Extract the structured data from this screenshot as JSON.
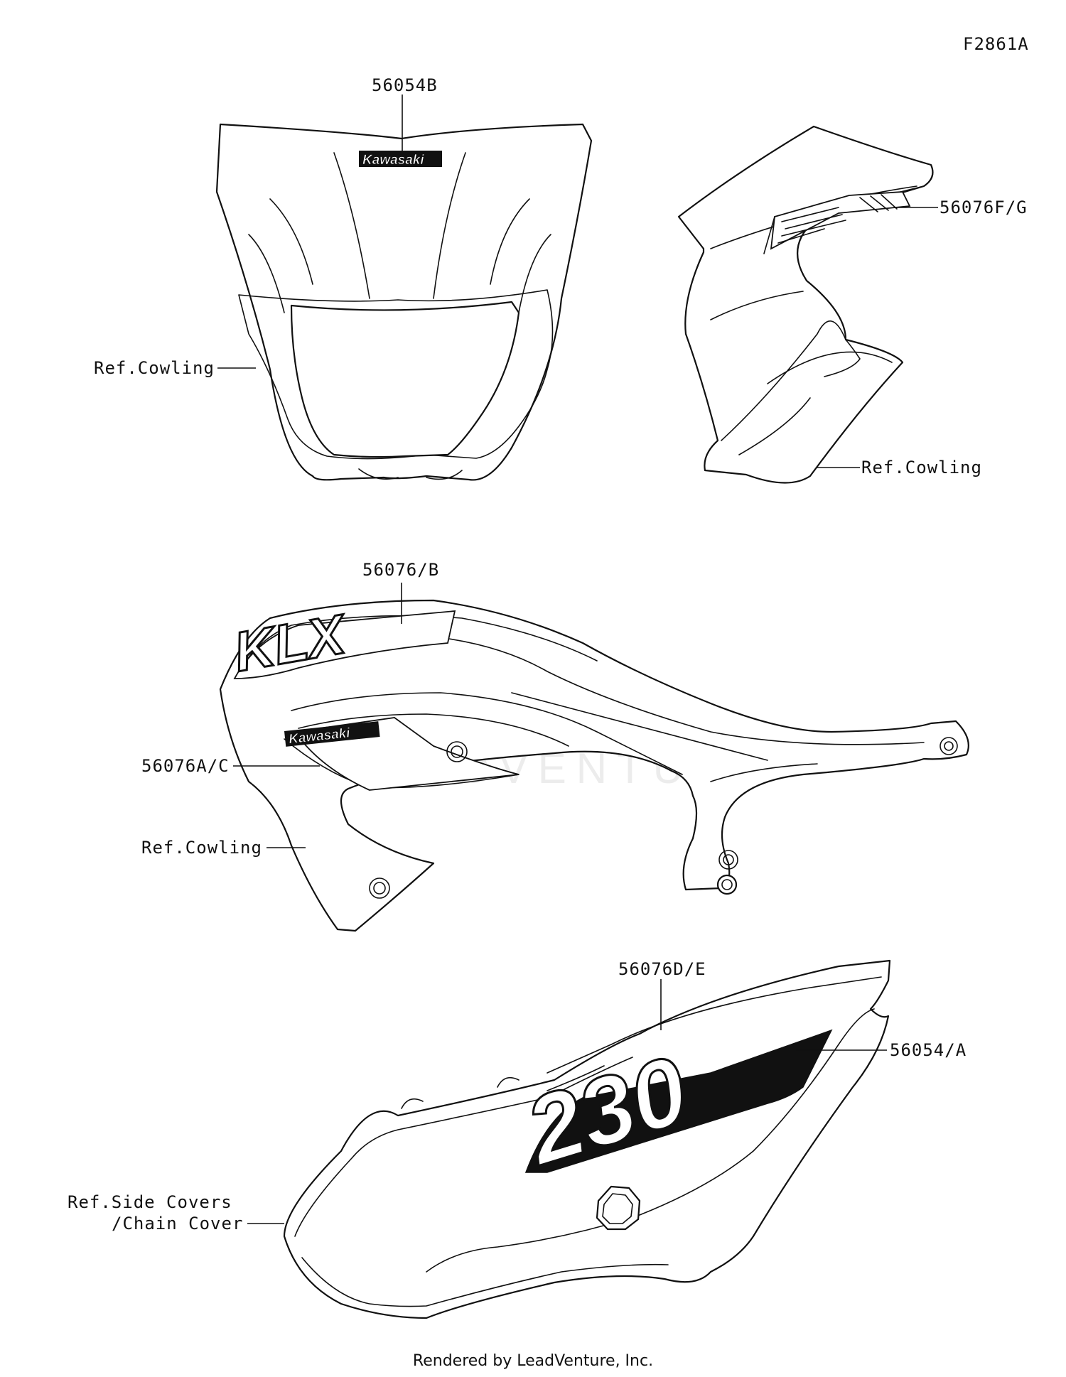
{
  "figure_code": "F2861A",
  "watermark": "LEADVENTURE",
  "callouts": {
    "headlight_decal": "56054B",
    "headlight_cowling": "Ref.Cowling",
    "shroud_decal": "56076F/G",
    "shroud_cowling": "Ref.Cowling",
    "fender_decal_top": "56076/B",
    "fender_decal_lower": "56076A/C",
    "fender_cowling": "Ref.Cowling",
    "sidecover_decal": "56076D/E",
    "sidecover_number": "56054/A",
    "sidecover_ref_line1": "Ref.Side Covers",
    "sidecover_ref_line2": "/Chain Cover"
  },
  "decal_text": {
    "brand": "Kawasaki",
    "model_mark": "KLX",
    "displacement": "230"
  },
  "footer": "Rendered by LeadVenture, Inc."
}
